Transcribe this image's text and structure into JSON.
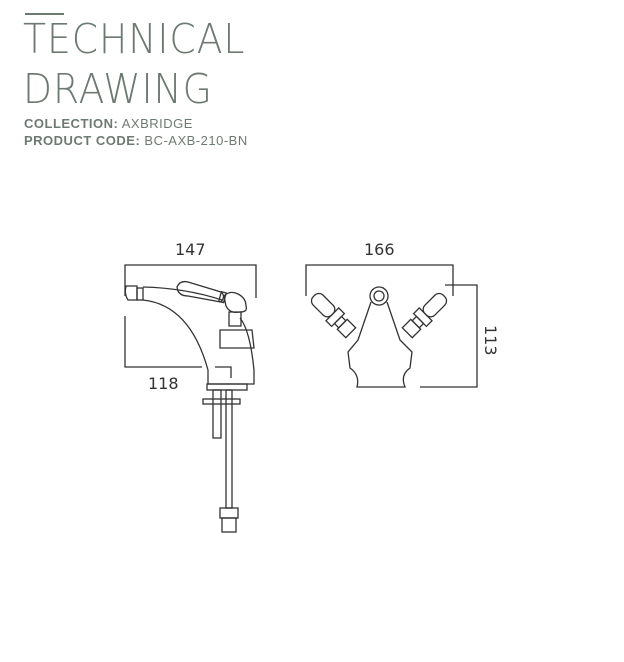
{
  "header": {
    "title_line1": "TECHNICAL",
    "title_line2": "DRAWING",
    "collection_label": "COLLECTION:",
    "collection_value": "AXBRIDGE",
    "product_code_label": "PRODUCT CODE:",
    "product_code_value": "BC-AXB-210-BN"
  },
  "dimensions": {
    "side_width": "147",
    "side_depth": "118",
    "front_width": "166",
    "front_height": "113"
  },
  "colors": {
    "title": "#6d7a72",
    "lines": "#333333"
  }
}
